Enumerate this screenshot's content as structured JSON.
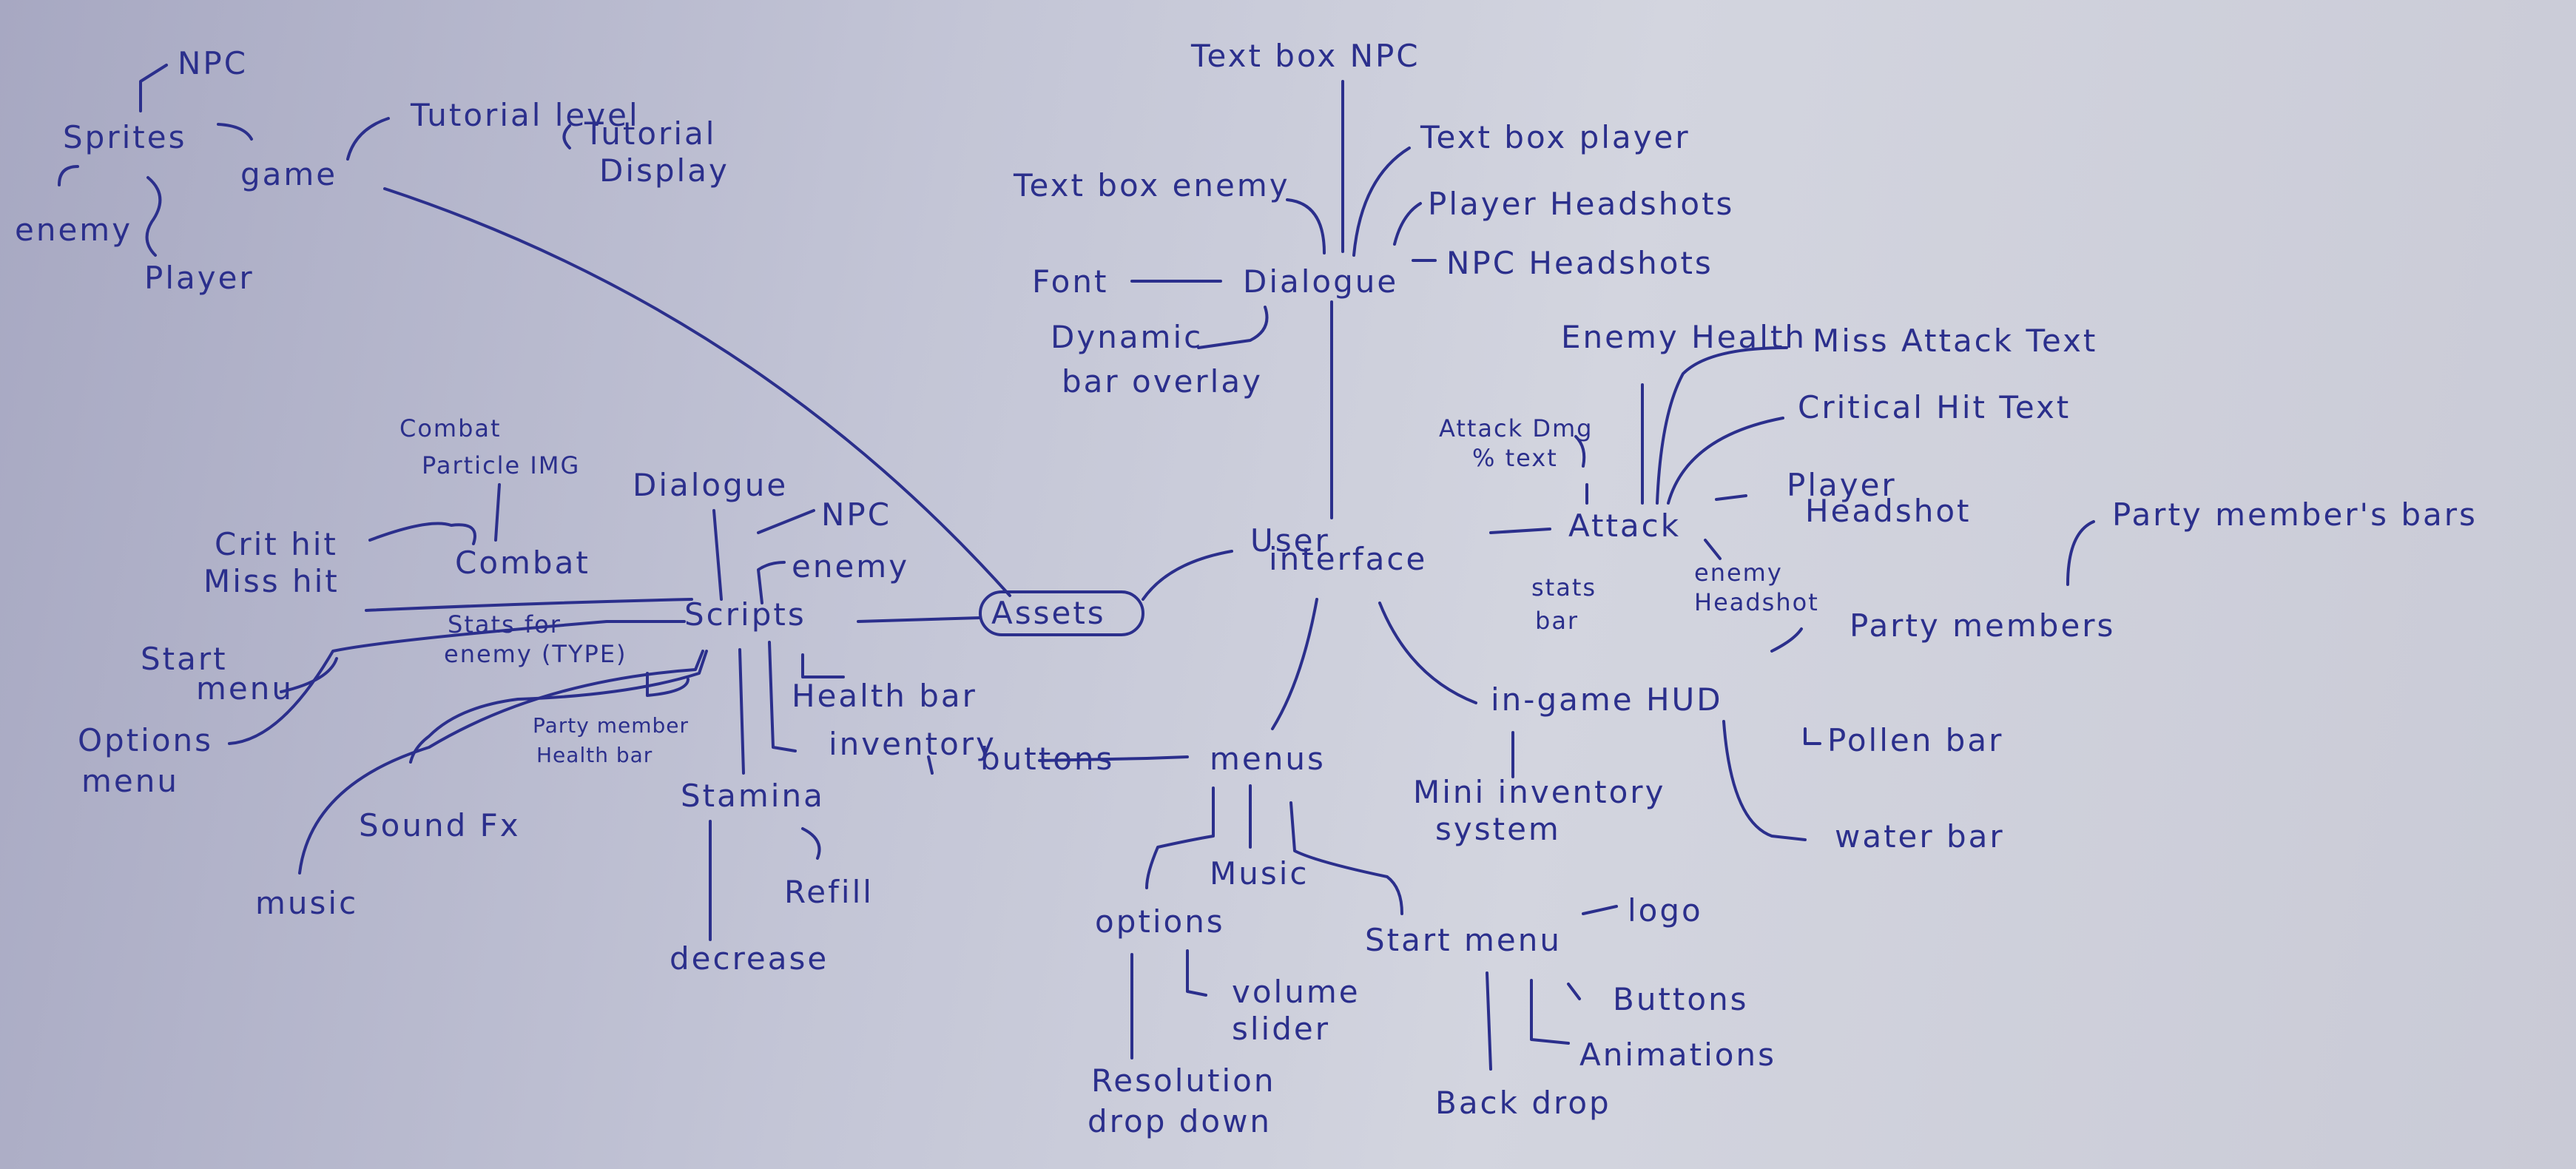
{
  "diagram": {
    "ink_color": "#2b2f8c",
    "paper_color": "#c3c5d6",
    "labels": {
      "npc_top": "NPC",
      "sprites": "Sprites",
      "enemy_sprite": "enemy",
      "player_sprite": "Player",
      "game": "game",
      "tutorial_level": "Tutorial level",
      "tutorial": "Tutorial",
      "display": "Display",
      "text_box_npc": "Text box NPC",
      "text_box_player": "Text box player",
      "text_box_enemy": "Text box enemy",
      "player_headshots": "Player Headshots",
      "npc_headshots": "NPC Headshots",
      "font": "Font",
      "dialogue_ui": "Dialogue",
      "dynamic": "Dynamic",
      "bar_overlay": "bar overlay",
      "enemy_health": "Enemy Health",
      "miss_attack_text": "Miss Attack Text",
      "critical_hit_text": "Critical Hit Text",
      "attack_dmg": "Attack Dmg",
      "pct_text": "% text",
      "attack": "Attack",
      "player": "Player",
      "headshot": "Headshot",
      "stats": "stats",
      "bar": "bar",
      "enemy_hs": "enemy",
      "headshot2": "Headshot",
      "party_members_bars": "Party member's bars",
      "party_members": "Party members",
      "in_game_hud": "in-game HUD",
      "pollen_bar": "Pollen bar",
      "water_bar": "water bar",
      "mini_inventory": "Mini inventory",
      "system": "system",
      "user": "User",
      "interface": "interface",
      "assets": "Assets",
      "combat_top": "Combat",
      "particle_img": "Particle IMG",
      "crit_hit": "Crit hit",
      "miss_hit": "Miss hit",
      "combat": "Combat",
      "dialogue_script": "Dialogue",
      "npc_script": "NPC",
      "enemy_script": "enemy",
      "scripts": "Scripts",
      "stats_for": "Stats for",
      "enemy_type": "enemy (TYPE)",
      "start": "Start",
      "menu_label": "menu",
      "options": "Options",
      "menu2": "menu",
      "health_bar": "Health bar",
      "party_member": "Party member",
      "party_health_bar": "Health bar",
      "inventory": "inventory",
      "stamina": "Stamina",
      "refill": "Refill",
      "decrease": "decrease",
      "sound_fx": "Sound Fx",
      "music_script": "music",
      "buttons_menu": "buttons",
      "menus": "menus",
      "music_menu": "Music",
      "options_menu": "options",
      "volume": "volume",
      "slider": "slider",
      "resolution": "Resolution",
      "drop_down": "drop down",
      "start_menu": "Start menu",
      "logo": "logo",
      "buttons_start": "Buttons",
      "animations": "Animations",
      "back_drop": "Back drop"
    }
  }
}
